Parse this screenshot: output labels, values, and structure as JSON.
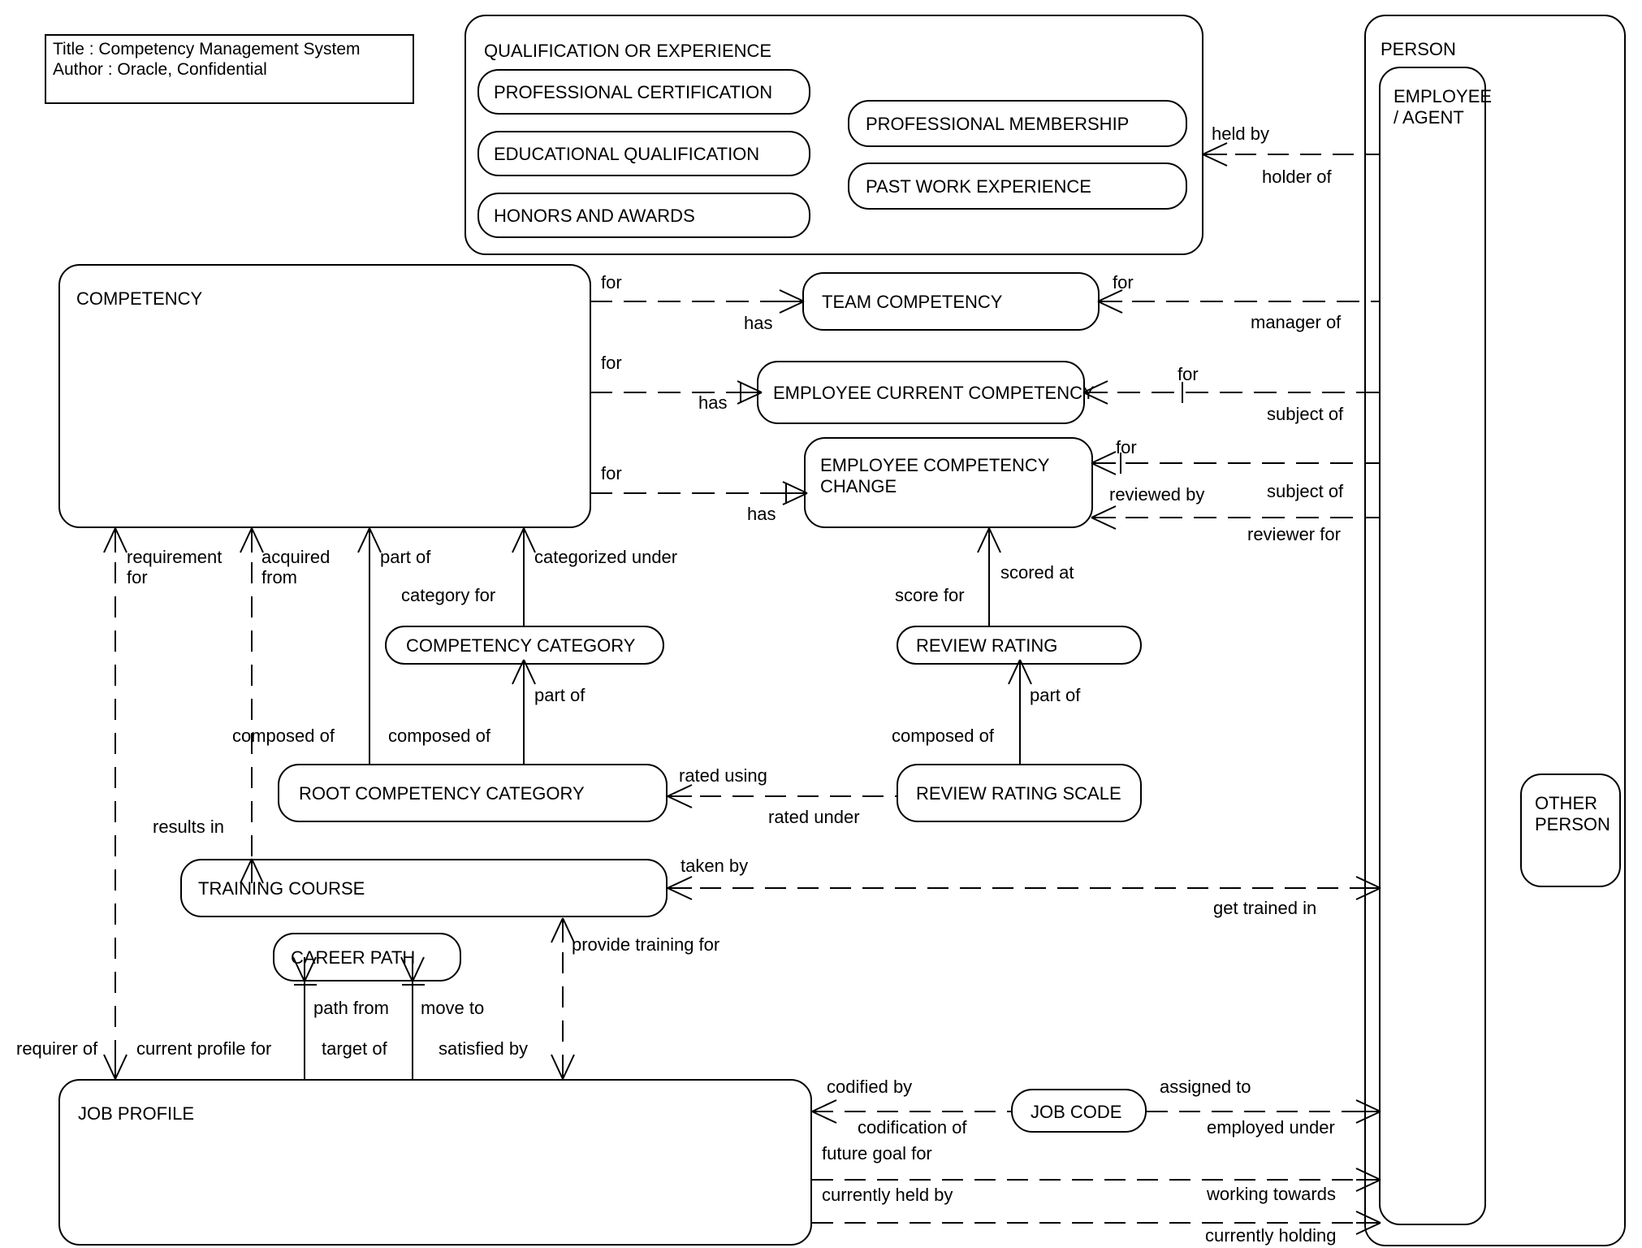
{
  "diagram": {
    "kind": "entity-relationship-diagram",
    "title_block": {
      "title_line": "Title : Competency Management System",
      "author_line": "Author : Oracle, Confidential"
    },
    "entities": {
      "qualification_or_experience": "QUALIFICATION OR EXPERIENCE",
      "professional_certification": "PROFESSIONAL CERTIFICATION",
      "educational_qualification": "EDUCATIONAL QUALIFICATION",
      "honors_and_awards": "HONORS AND AWARDS",
      "professional_membership": "PROFESSIONAL MEMBERSHIP",
      "past_work_experience": "PAST WORK EXPERIENCE",
      "person": "PERSON",
      "employee_agent": "EMPLOYEE\n/ AGENT",
      "other_person": "OTHER\nPERSON",
      "competency": "COMPETENCY",
      "team_competency": "TEAM COMPETENCY",
      "employee_current_competency": "EMPLOYEE CURRENT COMPETENCY",
      "employee_competency_change": "EMPLOYEE COMPETENCY\nCHANGE",
      "competency_category": "COMPETENCY CATEGORY",
      "root_competency_category": "ROOT COMPETENCY CATEGORY",
      "review_rating": "REVIEW RATING",
      "review_rating_scale": "REVIEW RATING SCALE",
      "training_course": "TRAINING COURSE",
      "career_path": "CAREER PATH",
      "job_profile": "JOB PROFILE",
      "job_code": "JOB CODE"
    },
    "relationship_labels": {
      "held_by": "held by",
      "holder_of": "holder of",
      "for_1": "for",
      "has_1": "has",
      "for_team_right": "for",
      "manager_of": "manager of",
      "for_2": "for",
      "has_2": "has",
      "for_ecc_right": "for",
      "subject_of_1": "subject of",
      "for_3": "for",
      "has_3": "has",
      "for_ecch_right": "for",
      "subject_of_2": "subject of",
      "reviewed_by": "reviewed by",
      "reviewer_for": "reviewer for",
      "requirement_for": "requirement\nfor",
      "acquired_from": "acquired\nfrom",
      "part_of_cat": "part of",
      "categorized_under": "categorized under",
      "category_for": "category for",
      "scored_at": "scored at",
      "score_for": "score for",
      "part_of_cat2": "part of",
      "part_of_rating": "part of",
      "composed_of_1": "composed of",
      "composed_of_2": "composed of",
      "composed_of_rating": "composed of",
      "rated_using": "rated using",
      "rated_under": "rated under",
      "results_in": "results in",
      "taken_by": "taken by",
      "get_trained_in": "get trained in",
      "provide_training_for": "provide training for",
      "path_from": "path from",
      "move_to": "move to",
      "target_of": "target of",
      "satisfied_by": "satisfied by",
      "requirer_of": "requirer of",
      "current_profile_for": "current profile for",
      "codified_by": "codified by",
      "codification_of": "codification of",
      "assigned_to": "assigned to",
      "employed_under": "employed under",
      "future_goal_for": "future goal for",
      "working_towards": "working towards",
      "currently_held_by": "currently held by",
      "currently_holding": "currently holding"
    },
    "colors": {
      "stroke": "#000000",
      "background": "#ffffff"
    }
  }
}
